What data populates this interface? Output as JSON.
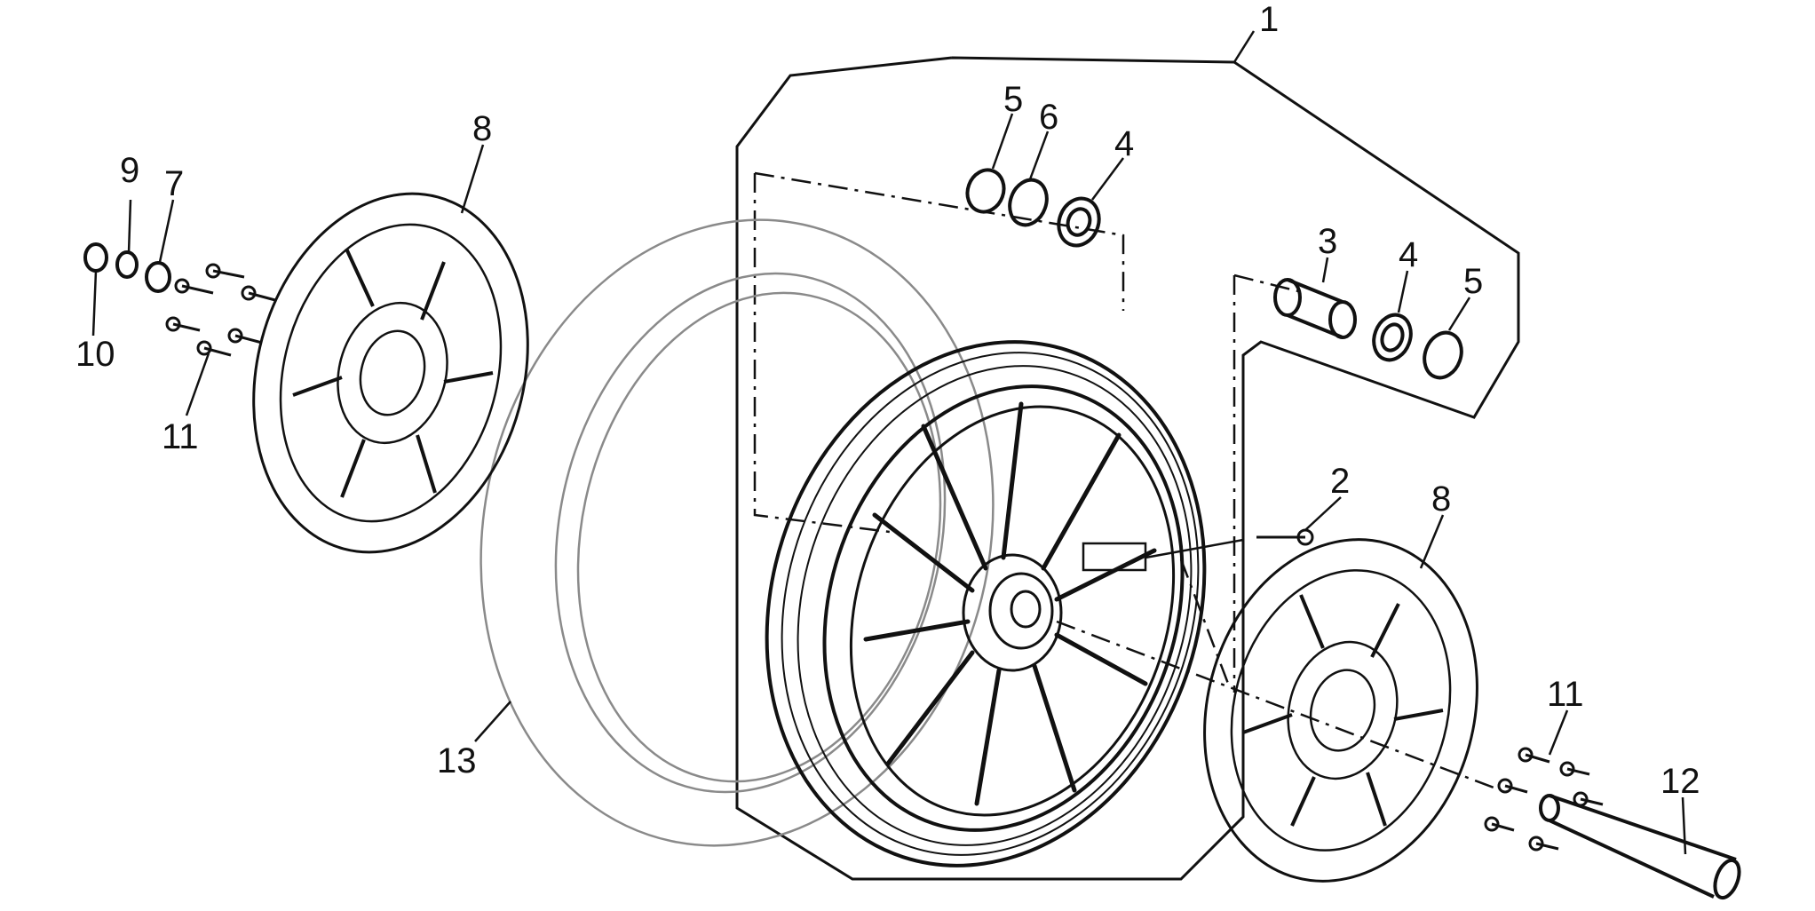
{
  "diagram": {
    "callouts": [
      {
        "id": "1",
        "label": "1"
      },
      {
        "id": "2",
        "label": "2"
      },
      {
        "id": "3",
        "label": "3"
      },
      {
        "id": "4a",
        "label": "4"
      },
      {
        "id": "4b",
        "label": "4"
      },
      {
        "id": "5a",
        "label": "5"
      },
      {
        "id": "5b",
        "label": "5"
      },
      {
        "id": "6",
        "label": "6"
      },
      {
        "id": "7",
        "label": "7"
      },
      {
        "id": "8a",
        "label": "8"
      },
      {
        "id": "8b",
        "label": "8"
      },
      {
        "id": "9",
        "label": "9"
      },
      {
        "id": "10",
        "label": "10"
      },
      {
        "id": "11a",
        "label": "11"
      },
      {
        "id": "11b",
        "label": "11"
      },
      {
        "id": "12",
        "label": "12"
      },
      {
        "id": "13",
        "label": "13"
      }
    ],
    "colors": {
      "line": "#111111",
      "tire_line": "#8a8a8a",
      "background": "#ffffff"
    }
  }
}
